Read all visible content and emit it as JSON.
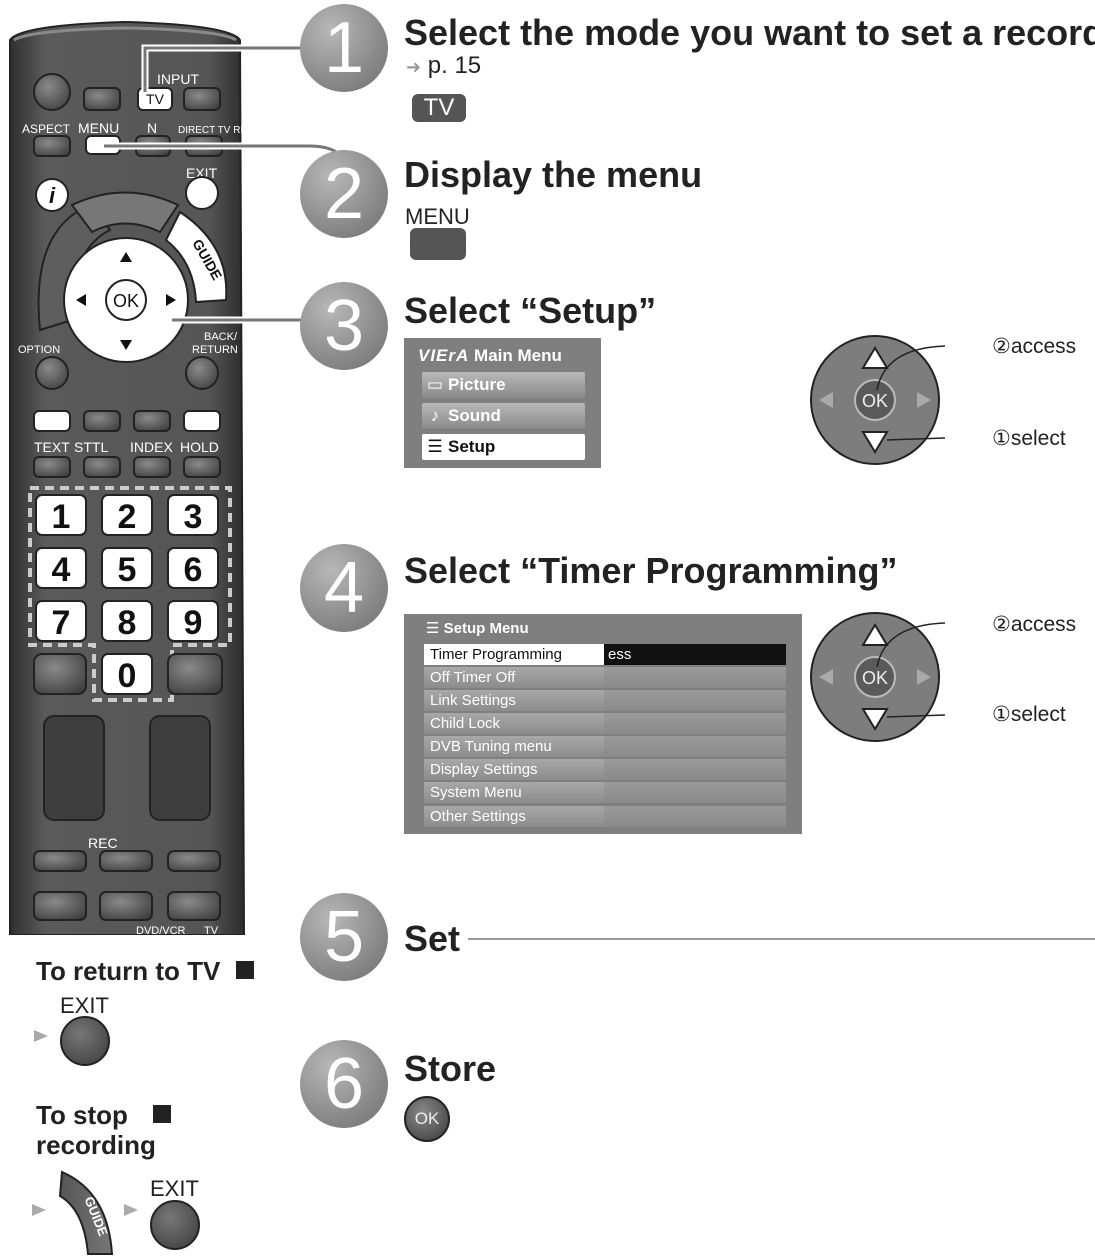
{
  "remote": {
    "buttons": {
      "input": "INPUT",
      "tv": "TV",
      "aspect": "ASPECT",
      "menu": "MENU",
      "n": "N",
      "direct_tv_rec": "DIRECT TV REC",
      "exit": "EXIT",
      "info": "i",
      "guide": "GUIDE",
      "ok": "OK",
      "option": "OPTION",
      "back": "BACK/",
      "return": "RETURN",
      "text": "TEXT",
      "sttl": "STTL",
      "index": "INDEX",
      "hold": "HOLD",
      "rec": "REC",
      "dvd_vcr": "DVD/VCR",
      "tv_bottom": "TV",
      "digits": [
        "1",
        "2",
        "3",
        "4",
        "5",
        "6",
        "7",
        "8",
        "9",
        "0"
      ]
    }
  },
  "steps": [
    {
      "num": "1",
      "title": "Select the mode you want to set a record",
      "ref": "p. 15",
      "key": "TV"
    },
    {
      "num": "2",
      "title": "Display the menu",
      "key": "MENU"
    },
    {
      "num": "3",
      "title": "Select “Setup”"
    },
    {
      "num": "4",
      "title": "Select “Timer Programming”"
    },
    {
      "num": "5",
      "title": "Set"
    },
    {
      "num": "6",
      "title": "Store",
      "key": "OK"
    }
  ],
  "main_menu": {
    "brand": "VIErA",
    "title": "Main Menu",
    "items": [
      {
        "label": "Picture",
        "selected": false
      },
      {
        "label": "Sound",
        "selected": false
      },
      {
        "label": "Setup",
        "selected": true
      }
    ]
  },
  "setup_menu": {
    "title": "Setup Menu",
    "items": [
      {
        "label": "Timer Programming",
        "value": "ess",
        "selected": true
      },
      {
        "label": "Off Timer Off",
        "value": "",
        "selected": false
      },
      {
        "label": "Link Settings",
        "value": "",
        "selected": false
      },
      {
        "label": "Child Lock",
        "value": "",
        "selected": false
      },
      {
        "label": "DVB Tuning menu",
        "value": "",
        "selected": false
      },
      {
        "label": "Display Settings",
        "value": "",
        "selected": false
      },
      {
        "label": "System Menu",
        "value": "",
        "selected": false
      },
      {
        "label": "Other Settings",
        "value": "",
        "selected": false
      }
    ]
  },
  "dpad": {
    "ok": "OK",
    "access": "②access",
    "select": "①select"
  },
  "notes": {
    "return_tv": "To return to TV",
    "exit": "EXIT",
    "stop_line1": "To stop",
    "stop_line2": "recording",
    "guide": "GUIDE",
    "exit2": "EXIT"
  },
  "colors": {
    "remote_body": "#4a4a4a",
    "step_circle": "#8a8a8a",
    "menu_panel": "#7f7f7f"
  }
}
